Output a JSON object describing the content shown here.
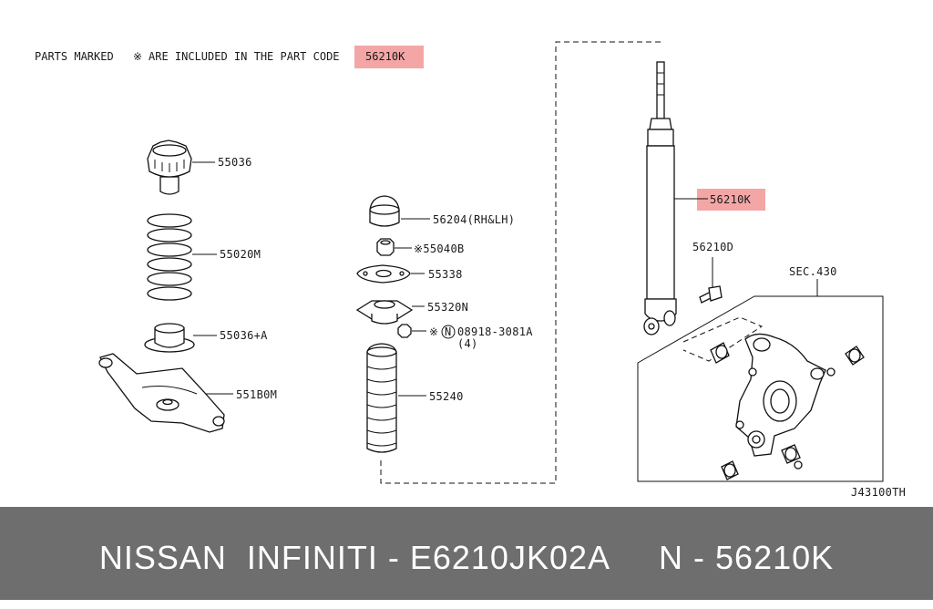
{
  "note": {
    "prefix": "PARTS MARKED",
    "mark": "※",
    "suffix": "ARE INCLUDED IN THE PART CODE",
    "code": "56210K"
  },
  "highlight_color": "#f4a6a6",
  "labels": {
    "p55036": "55036",
    "p55020M": "55020M",
    "p55036A": "55036+A",
    "p551B0M": "551B0M",
    "p56204": "56204(RH&LH)",
    "p55040B": "※55040B",
    "p55338": "55338",
    "p55320N": "55320N",
    "p08918_mark": "※",
    "p08918_n": "N",
    "p08918": "08918-3081A",
    "p08918_qty": "(4)",
    "p55240": "55240",
    "p56210K": "56210K",
    "p56210D": "56210D",
    "sec": "SEC.430",
    "diagram_id": "J43100TH"
  },
  "footer": {
    "text": "NISSAN  INFINITI - E6210JK02A     N - 56210K",
    "background": "#6e6e6e"
  }
}
